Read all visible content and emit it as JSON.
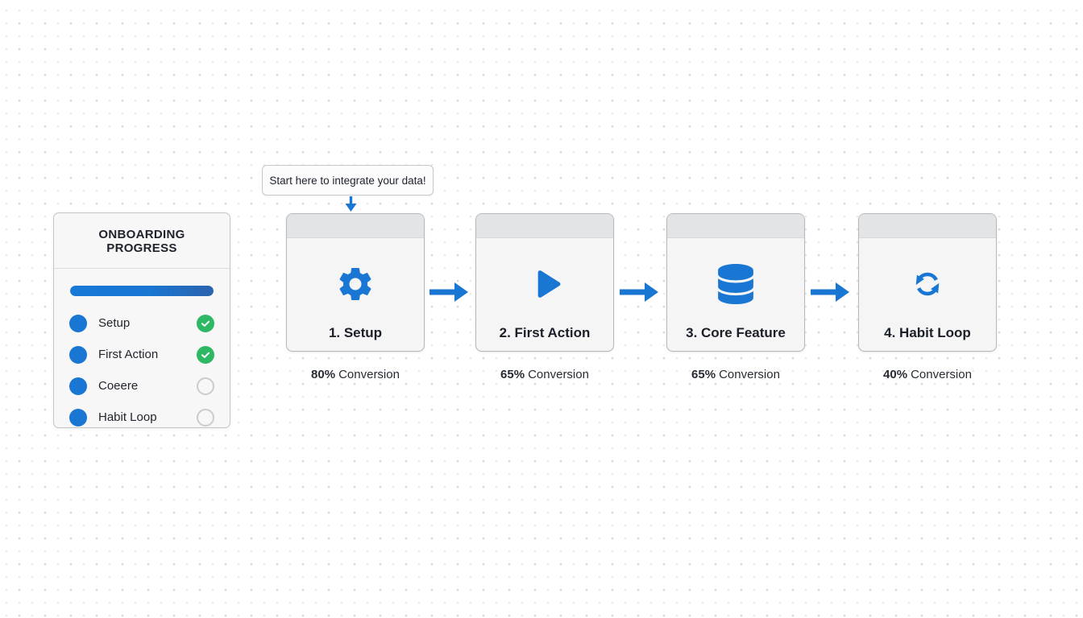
{
  "colors": {
    "accent_blue": "#1976d2",
    "success_green": "#2eb864",
    "card_header_gray": "#e3e4e6",
    "card_body_gray": "#f5f5f6",
    "panel_background": "#f7f7f8"
  },
  "panel": {
    "title": "ONBOARDING PROGRESS",
    "progress_percent": 100,
    "items": [
      {
        "label": "Setup",
        "bullet_icon": "dot-icon",
        "status": "done"
      },
      {
        "label": "First Action",
        "bullet_icon": "dot-icon",
        "status": "done"
      },
      {
        "label": "Coeere",
        "bullet_icon": "dot-icon",
        "status": "pending"
      },
      {
        "label": "Habit Loop",
        "bullet_icon": "dot-icon",
        "status": "pending"
      }
    ]
  },
  "tooltip": {
    "text": "Start here to integrate your data!",
    "pointer_icon": "arrow-down-icon"
  },
  "flow": {
    "connector_icon": "arrow-right-icon",
    "steps": [
      {
        "title": "1. Setup",
        "icon": "gear-icon",
        "conversion_value": "80%",
        "conversion_label": "Conversion"
      },
      {
        "title": "2. First Action",
        "icon": "play-icon",
        "conversion_value": "65%",
        "conversion_label": "Conversion"
      },
      {
        "title": "3. Core Feature",
        "icon": "database-icon",
        "conversion_value": "65%",
        "conversion_label": "Conversion"
      },
      {
        "title": "4. Habit Loop",
        "icon": "loop-icon",
        "conversion_value": "40%",
        "conversion_label": "Conversion"
      }
    ]
  }
}
